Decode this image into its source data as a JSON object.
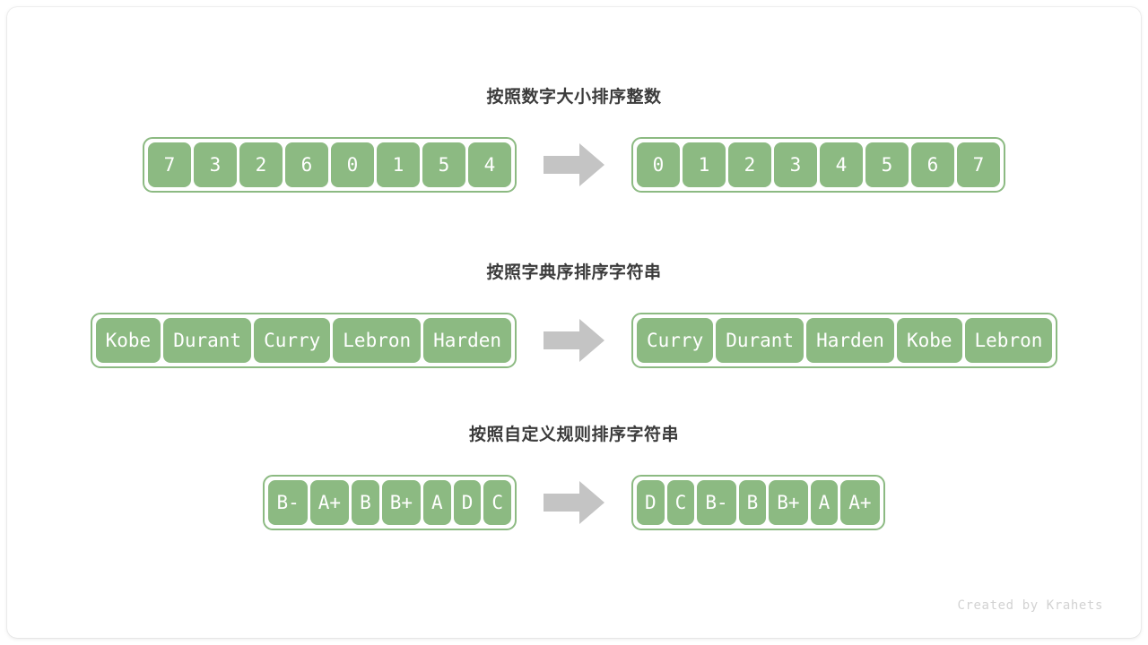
{
  "figure": {
    "background_color": "#ffffff",
    "card_color": "#ffffff",
    "accent_color": "#8cba82",
    "cell_text_color": "#ffffff",
    "title_color": "#3b3b3b",
    "arrow_color": "#c4c4c4",
    "watermark": "Created by Krahets"
  },
  "sections": [
    {
      "title": "按照数字大小排序整数",
      "arrow_icon": "right-arrow-icon",
      "input": [
        "7",
        "3",
        "2",
        "6",
        "0",
        "1",
        "5",
        "4"
      ],
      "output": [
        "0",
        "1",
        "2",
        "3",
        "4",
        "5",
        "6",
        "7"
      ]
    },
    {
      "title": "按照字典序排序字符串",
      "arrow_icon": "right-arrow-icon",
      "input": [
        "Kobe",
        "Durant",
        "Curry",
        "Lebron",
        "Harden"
      ],
      "output": [
        "Curry",
        "Durant",
        "Harden",
        "Kobe",
        "Lebron"
      ]
    },
    {
      "title": "按照自定义规则排序字符串",
      "arrow_icon": "right-arrow-icon",
      "input": [
        "B-",
        "A+",
        "B",
        "B+",
        "A",
        "D",
        "C"
      ],
      "output": [
        "D",
        "C",
        "B-",
        "B",
        "B+",
        "A",
        "A+"
      ]
    }
  ]
}
